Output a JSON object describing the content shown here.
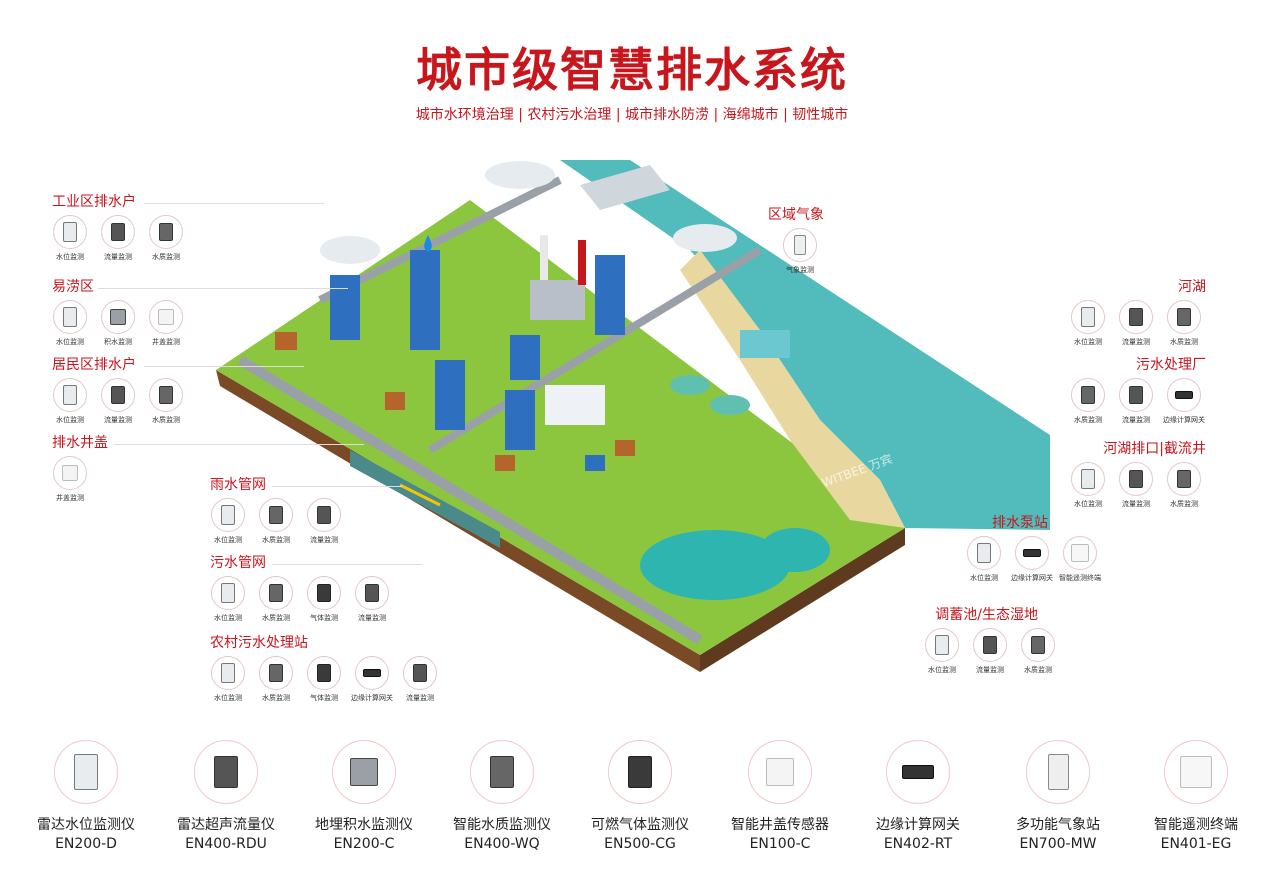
{
  "title": "城市级智慧排水系统",
  "subtitle": "城市水环境治理 | 农村污水治理 | 城市排水防涝 | 海绵城市 | 韧性城市",
  "watermark": "WITBEE 万宾",
  "groups": [
    {
      "title": "工业区排水户",
      "items": [
        {
          "label": "水位监测",
          "icon": "water-level-icon"
        },
        {
          "label": "流量监测",
          "icon": "flow-meter-icon"
        },
        {
          "label": "水质监测",
          "icon": "water-quality-icon"
        }
      ]
    },
    {
      "title": "易涝区",
      "items": [
        {
          "label": "水位监测",
          "icon": "water-level-icon"
        },
        {
          "label": "积水监测",
          "icon": "ponding-sensor-icon"
        },
        {
          "label": "井盖监测",
          "icon": "manhole-sensor-icon"
        }
      ]
    },
    {
      "title": "居民区排水户",
      "items": [
        {
          "label": "水位监测",
          "icon": "water-level-icon"
        },
        {
          "label": "流量监测",
          "icon": "flow-meter-icon"
        },
        {
          "label": "水质监测",
          "icon": "water-quality-icon"
        }
      ]
    },
    {
      "title": "排水井盖",
      "items": [
        {
          "label": "井盖监测",
          "icon": "manhole-sensor-icon"
        }
      ]
    },
    {
      "title": "雨水管网",
      "items": [
        {
          "label": "水位监测",
          "icon": "water-level-icon"
        },
        {
          "label": "水质监测",
          "icon": "water-quality-icon"
        },
        {
          "label": "流量监测",
          "icon": "flow-meter-icon"
        }
      ]
    },
    {
      "title": "污水管网",
      "items": [
        {
          "label": "水位监测",
          "icon": "water-level-icon"
        },
        {
          "label": "水质监测",
          "icon": "water-quality-icon"
        },
        {
          "label": "气体监测",
          "icon": "gas-detector-icon"
        },
        {
          "label": "流量监测",
          "icon": "flow-meter-icon"
        }
      ]
    },
    {
      "title": "农村污水处理站",
      "items": [
        {
          "label": "水位监测",
          "icon": "water-level-icon"
        },
        {
          "label": "水质监测",
          "icon": "water-quality-icon"
        },
        {
          "label": "气体监测",
          "icon": "gas-detector-icon"
        },
        {
          "label": "边缘计算网关",
          "icon": "gateway-icon"
        },
        {
          "label": "流量监测",
          "icon": "flow-meter-icon"
        }
      ]
    },
    {
      "title": "区域气象",
      "items": [
        {
          "label": "气象监测",
          "icon": "weather-station-icon"
        }
      ]
    },
    {
      "title": "河湖",
      "items": [
        {
          "label": "水位监测",
          "icon": "water-level-icon"
        },
        {
          "label": "流量监测",
          "icon": "flow-meter-icon"
        },
        {
          "label": "水质监测",
          "icon": "water-quality-icon"
        }
      ]
    },
    {
      "title": "污水处理厂",
      "items": [
        {
          "label": "水质监测",
          "icon": "water-quality-icon"
        },
        {
          "label": "流量监测",
          "icon": "flow-meter-icon"
        },
        {
          "label": "边缘计算网关",
          "icon": "gateway-icon"
        }
      ]
    },
    {
      "title": "河湖排口|截流井",
      "items": [
        {
          "label": "水位监测",
          "icon": "water-level-icon"
        },
        {
          "label": "流量监测",
          "icon": "flow-meter-icon"
        },
        {
          "label": "水质监测",
          "icon": "water-quality-icon"
        }
      ]
    },
    {
      "title": "排水泵站",
      "items": [
        {
          "label": "水位监测",
          "icon": "water-level-icon"
        },
        {
          "label": "边缘计算网关",
          "icon": "gateway-icon"
        },
        {
          "label": "智能遥测终端",
          "icon": "rtu-terminal-icon"
        }
      ]
    },
    {
      "title": "调蓄池/生态湿地",
      "items": [
        {
          "label": "水位监测",
          "icon": "water-level-icon"
        },
        {
          "label": "流量监测",
          "icon": "flow-meter-icon"
        },
        {
          "label": "水质监测",
          "icon": "water-quality-icon"
        }
      ]
    }
  ],
  "products": [
    {
      "name": "雷达水位监测仪",
      "model": "EN200-D",
      "icon": "water-level-icon"
    },
    {
      "name": "雷达超声流量仪",
      "model": "EN400-RDU",
      "icon": "flow-meter-icon"
    },
    {
      "name": "地埋积水监测仪",
      "model": "EN200-C",
      "icon": "ponding-sensor-icon"
    },
    {
      "name": "智能水质监测仪",
      "model": "EN400-WQ",
      "icon": "water-quality-icon"
    },
    {
      "name": "可燃气体监测仪",
      "model": "EN500-CG",
      "icon": "gas-detector-icon"
    },
    {
      "name": "智能井盖传感器",
      "model": "EN100-C",
      "icon": "manhole-sensor-icon"
    },
    {
      "name": "边缘计算网关",
      "model": "EN402-RT",
      "icon": "gateway-icon"
    },
    {
      "name": "多功能气象站",
      "model": "EN700-MW",
      "icon": "weather-station-icon"
    },
    {
      "name": "智能遥测终端",
      "model": "EN401-EG",
      "icon": "rtu-terminal-icon"
    }
  ],
  "colors": {
    "accent": "#c8161d",
    "grass": "#8cc63f",
    "water": "#3fb4b4",
    "soil": "#7a4a26",
    "building": "#2f6fbf"
  }
}
